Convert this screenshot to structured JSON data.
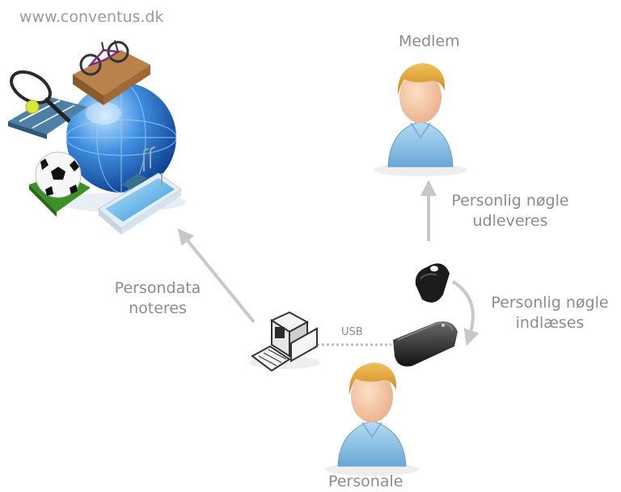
{
  "site_url": "www.conventus.dk",
  "member_label": "Medlem",
  "staff_label": "Personale",
  "hand_out_label": [
    "Personlig nøgle",
    "udleveres"
  ],
  "read_in_label": [
    "Personlig nøgle",
    "indlæses"
  ],
  "record_label": [
    "Persondata",
    "noteres"
  ],
  "connection_label": "USB",
  "colors": {
    "arrow": "#c8c8c8",
    "text": "#8c8c8c",
    "skin": "#f2c29f",
    "hair": "#e0a23a",
    "shirt": "#8fc4e8",
    "globe": "#2f7fd6"
  }
}
